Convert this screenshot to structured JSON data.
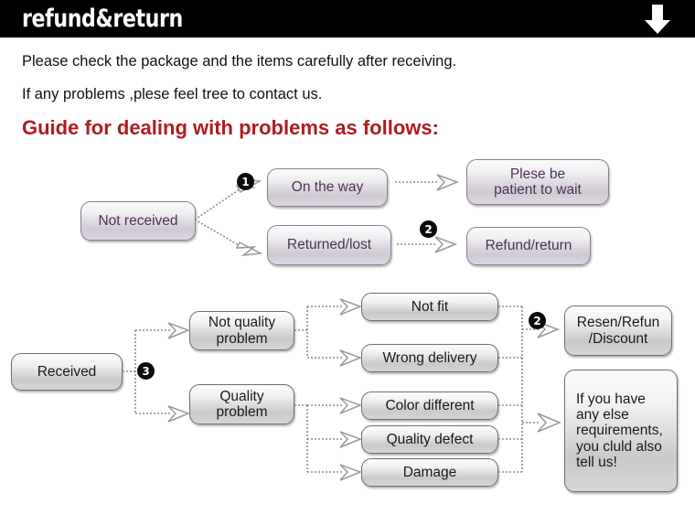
{
  "header": {
    "title": "refund&return",
    "icon": "down-arrow-icon",
    "background": "#000000",
    "text_color": "#ffffff"
  },
  "intro": {
    "line1": "Please check the package and the items carefully after receiving.",
    "line2": "If any problems ,plese feel tree to contact us.",
    "heading": "Guide for dealing with problems as follows:",
    "heading_color": "#b01c20"
  },
  "flow_not_received": {
    "source": "Not received",
    "branches": [
      {
        "step": "1",
        "label": "On the way",
        "result": "Plese be\npatient to wait"
      },
      {
        "step": "2",
        "label": "Returned/lost",
        "result": "Refund/return"
      }
    ],
    "nodes": {
      "not_received": "Not received",
      "on_the_way": "On the way",
      "returned_lost": "Returned/lost",
      "plese_be_patient_l1": "Plese be",
      "plese_be_patient_l2": "patient to wait",
      "refund_return": "Refund/return"
    },
    "steps": {
      "one": "1",
      "two": "2"
    }
  },
  "flow_received": {
    "source": "Received",
    "step": "3",
    "categories": {
      "not_quality_l1": "Not quality",
      "not_quality_l2": "problem",
      "quality_l1": "Quality",
      "quality_l2": "problem"
    },
    "issues": [
      "Not fit",
      "Wrong delivery",
      "Color different",
      "Quality defect",
      "Damage"
    ],
    "outcomes": {
      "step": "2",
      "resend_l1": "Resen/Refun",
      "resend_l2": "/Discount",
      "other_l1": "If you have",
      "other_l2": "any else",
      "other_l3": "requirements,",
      "other_l4": "you cluld also",
      "other_l5": "tell us!"
    }
  },
  "palette": {
    "node_border": "#6e6e6e",
    "node_fill_top": "#fcfcfc",
    "node_fill_bottom": "#c9c9c9",
    "purple_text": "#4b3552",
    "connector": "#8d8d8d",
    "accent_red": "#b01c20"
  }
}
